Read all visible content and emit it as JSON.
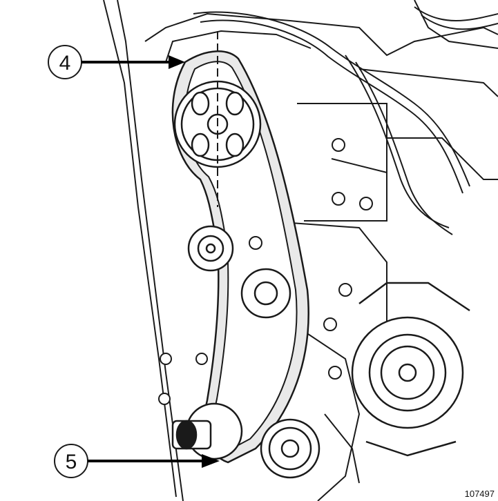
{
  "diagram": {
    "callouts": [
      {
        "id": "4",
        "label": "4"
      },
      {
        "id": "5",
        "label": "5"
      }
    ],
    "reference_number": "107497",
    "colors": {
      "line": "#1a1a1a",
      "background": "#ffffff",
      "belt_fill": "#e9e9e9",
      "arrow": "#000000"
    }
  }
}
